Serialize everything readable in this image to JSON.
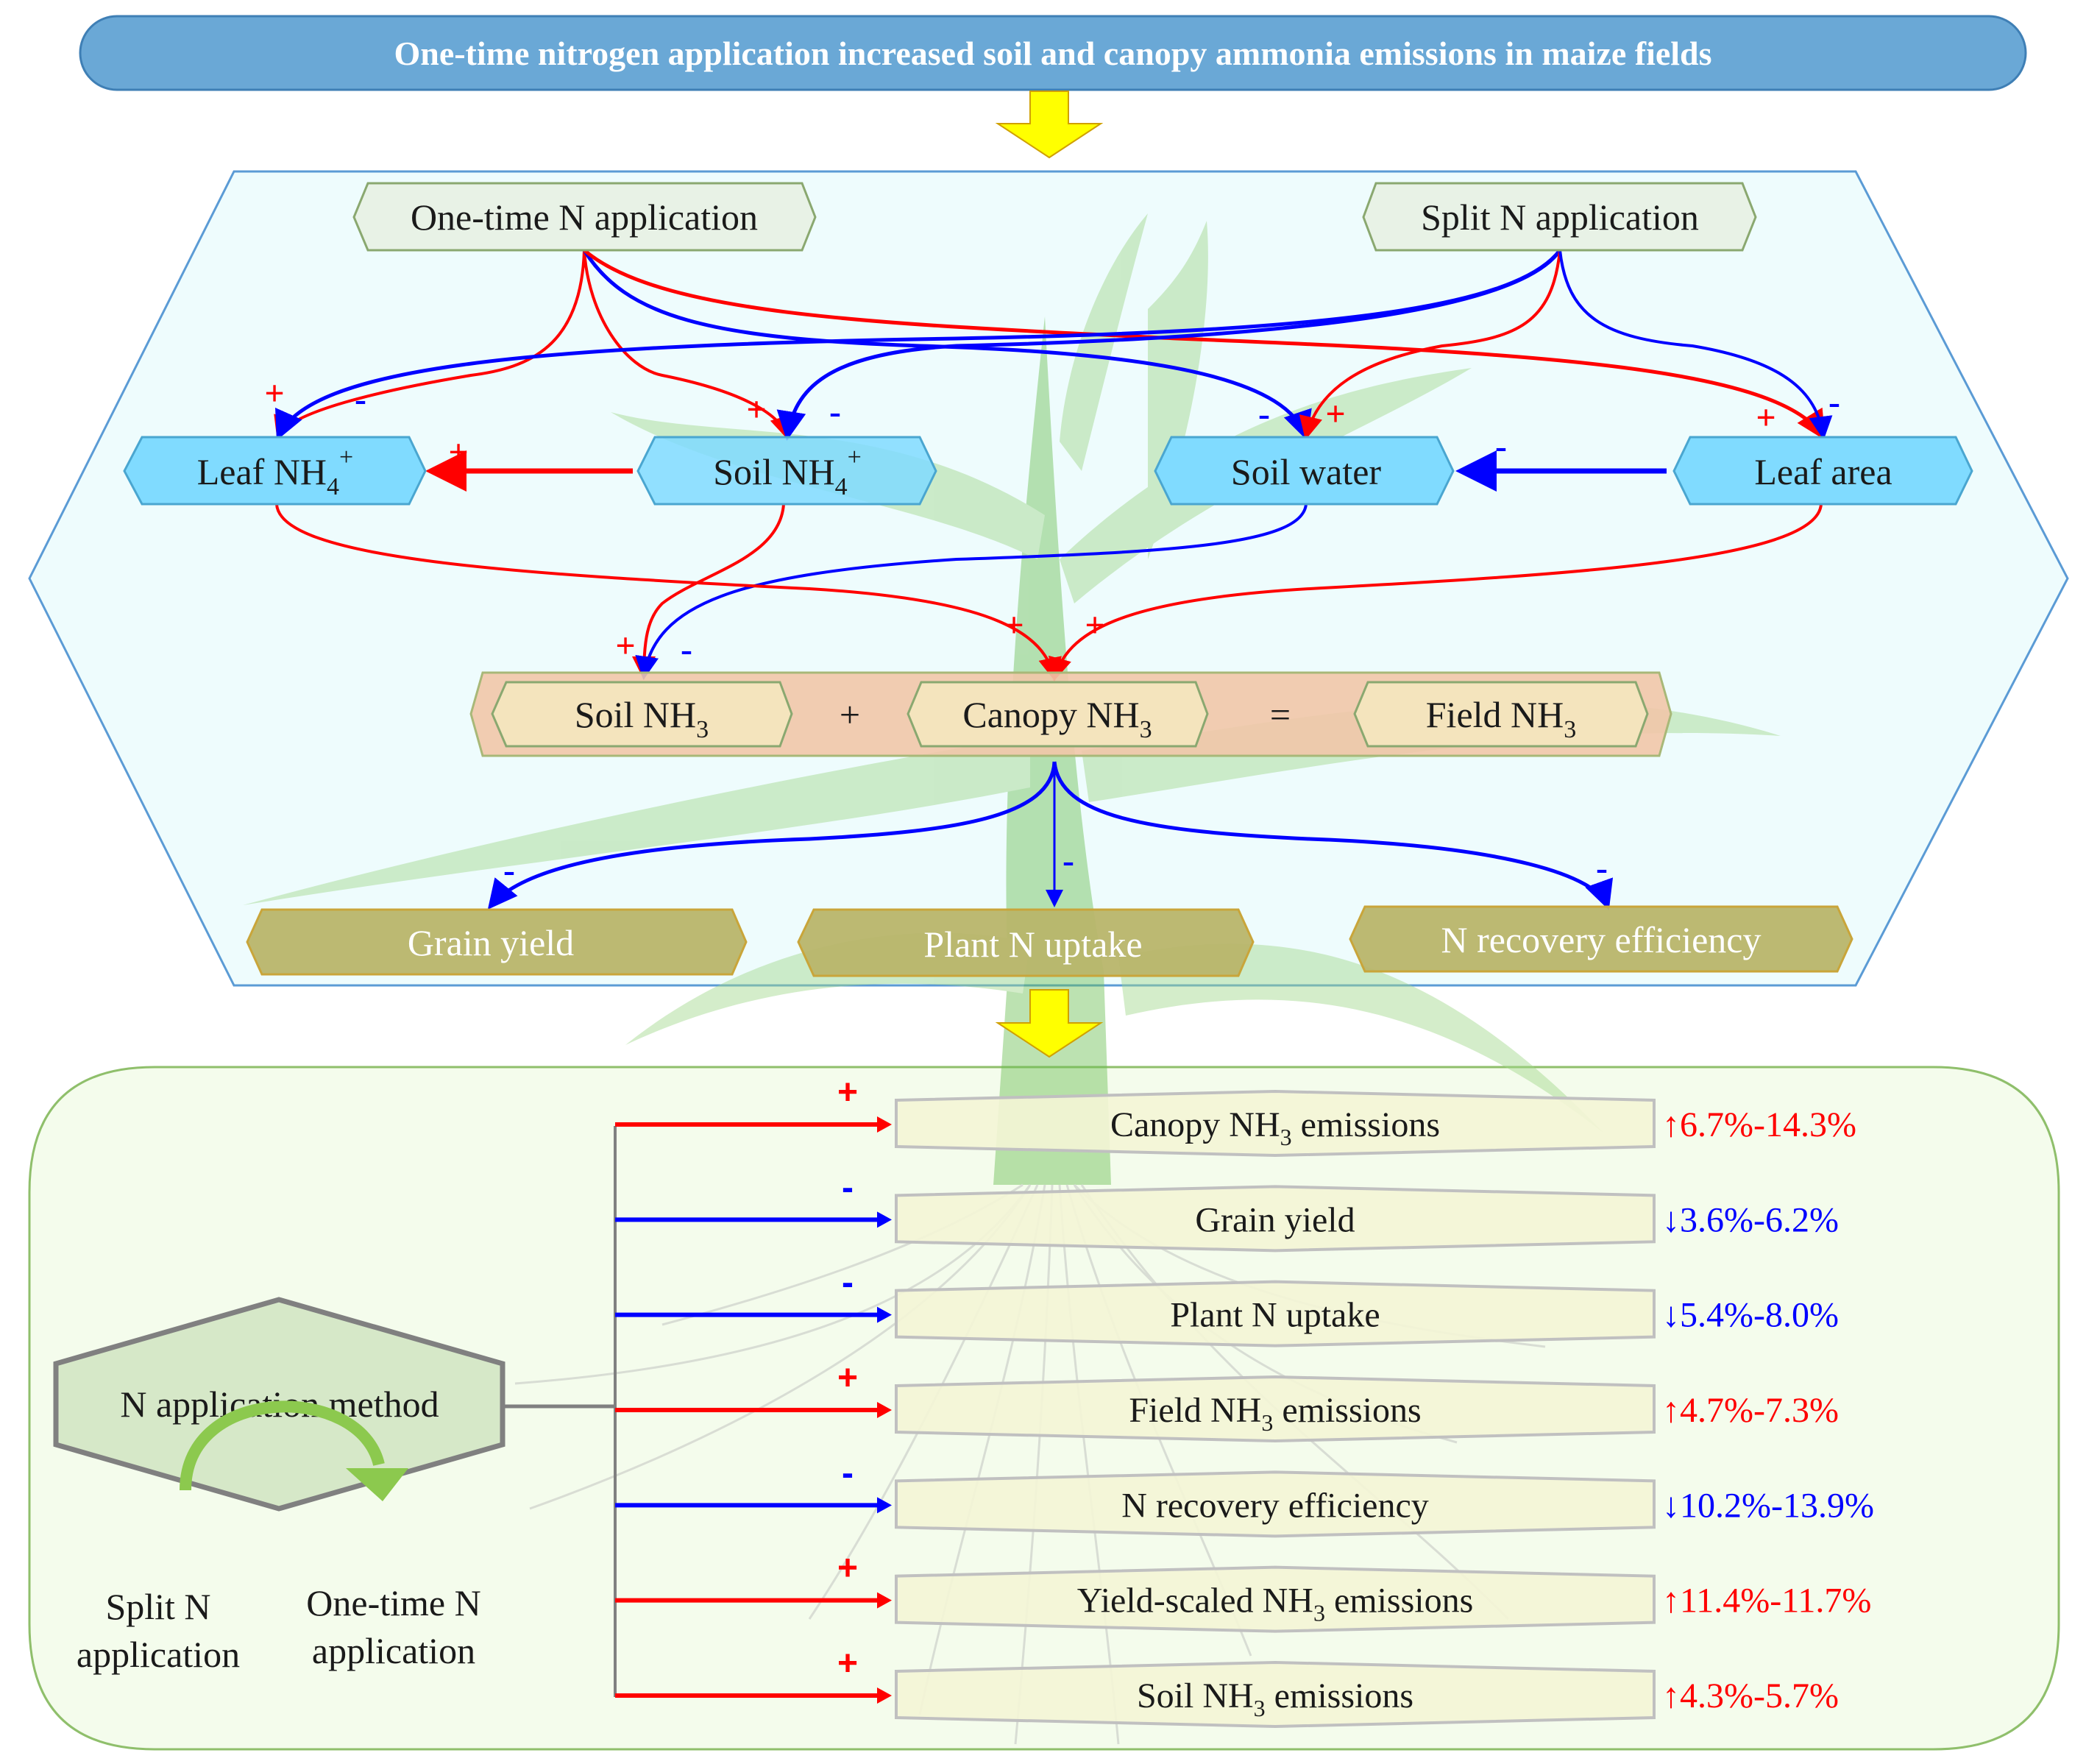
{
  "title": "One-time nitrogen application increased soil and canopy ammonia emissions in maize fields",
  "colors": {
    "title_bar": "#6aa8d6",
    "title_border": "#3f7fb5",
    "arrow_yellow": "#ffff00",
    "upper_panel": "#eefcfd",
    "upper_panel_border": "#5b9bd5",
    "treatment_box": "#e8f2e6",
    "treatment_border": "#8aa870",
    "process_box": "#80dbff",
    "process_border": "#4aa6d0",
    "nh3_band": "#f1c6a9",
    "nh3_box": "#f4e4bd",
    "outcome_box": "#b8b56a",
    "outcome_border": "#c9a53a",
    "lower_panel": "#f4fcec",
    "lower_panel_border": "#8fbf6b",
    "method_box": "#d6e8c8",
    "method_border": "#808080",
    "row_box": "#f4f5d6",
    "row_border": "#c0c0c0",
    "positive": "#ff0000",
    "negative": "#0000ff",
    "cycle_arrow": "#8cc94e",
    "plant": "#9fd68a"
  },
  "upper": {
    "treatments": {
      "one_time": "One-time N application",
      "split": "Split N application"
    },
    "processes": {
      "leaf_nh4": {
        "base": "Leaf NH",
        "sub": "4",
        "sup": "+"
      },
      "soil_nh4": {
        "base": "Soil NH",
        "sub": "4",
        "sup": "+"
      },
      "soil_water": "Soil water",
      "leaf_area": "Leaf area"
    },
    "nh3_equation": {
      "soil": {
        "base": "Soil NH",
        "sub": "3"
      },
      "plus": "+",
      "canopy": {
        "base": "Canopy NH",
        "sub": "3"
      },
      "equals": "=",
      "field": {
        "base": "Field NH",
        "sub": "3"
      }
    },
    "outcomes": {
      "grain_yield": "Grain yield",
      "plant_n_uptake": "Plant N uptake",
      "n_recovery": "N recovery efficiency"
    },
    "links": [
      {
        "from": "One-time N application",
        "to": "Leaf NH4+",
        "sign": "+"
      },
      {
        "from": "One-time N application",
        "to": "Soil NH4+",
        "sign": "+"
      },
      {
        "from": "One-time N application",
        "to": "Soil water",
        "sign": "-"
      },
      {
        "from": "One-time N application",
        "to": "Leaf area",
        "sign": "+"
      },
      {
        "from": "Split N application",
        "to": "Leaf NH4+",
        "sign": "-"
      },
      {
        "from": "Split N application",
        "to": "Soil NH4+",
        "sign": "-"
      },
      {
        "from": "Split N application",
        "to": "Soil water",
        "sign": "+"
      },
      {
        "from": "Split N application",
        "to": "Leaf area",
        "sign": "-"
      },
      {
        "from": "Soil NH4+",
        "to": "Leaf NH4+",
        "sign": "+"
      },
      {
        "from": "Leaf area",
        "to": "Soil water",
        "sign": "-"
      },
      {
        "from": "Soil NH4+",
        "to": "Soil NH3",
        "sign": "+"
      },
      {
        "from": "Soil water",
        "to": "Soil NH3",
        "sign": "-"
      },
      {
        "from": "Leaf NH4+",
        "to": "Canopy NH3",
        "sign": "+"
      },
      {
        "from": "Leaf area",
        "to": "Canopy NH3",
        "sign": "+"
      },
      {
        "from": "Canopy NH3",
        "to": "Grain yield",
        "sign": "-"
      },
      {
        "from": "Canopy NH3",
        "to": "Plant N uptake",
        "sign": "-"
      },
      {
        "from": "Canopy NH3",
        "to": "N recovery efficiency",
        "sign": "-"
      }
    ]
  },
  "lower": {
    "method_label": "N application method",
    "from_label": [
      "Split N",
      "application"
    ],
    "to_label": [
      "One-time N",
      "application"
    ],
    "rows": [
      {
        "label_base": "Canopy NH",
        "label_sub": "3",
        "label_rest": " emissions",
        "sign": "+",
        "direction": "up",
        "value": "6.7%-14.3%"
      },
      {
        "label_base": "Grain yield",
        "label_sub": "",
        "label_rest": "",
        "sign": "-",
        "direction": "down",
        "value": "3.6%-6.2%"
      },
      {
        "label_base": "Plant N uptake",
        "label_sub": "",
        "label_rest": "",
        "sign": "-",
        "direction": "down",
        "value": "5.4%-8.0%"
      },
      {
        "label_base": "Field NH",
        "label_sub": "3",
        "label_rest": " emissions",
        "sign": "+",
        "direction": "up",
        "value": "4.7%-7.3%"
      },
      {
        "label_base": "N recovery efficiency",
        "label_sub": "",
        "label_rest": "",
        "sign": "-",
        "direction": "down",
        "value": "10.2%-13.9%"
      },
      {
        "label_base": "Yield-scaled NH",
        "label_sub": "3",
        "label_rest": " emissions",
        "sign": "+",
        "direction": "up",
        "value": "11.4%-11.7%"
      },
      {
        "label_base": "Soil NH",
        "label_sub": "3",
        "label_rest": " emissions",
        "sign": "+",
        "direction": "up",
        "value": "4.3%-5.7%"
      }
    ],
    "arrow_up": "↑",
    "arrow_down": "↓"
  }
}
